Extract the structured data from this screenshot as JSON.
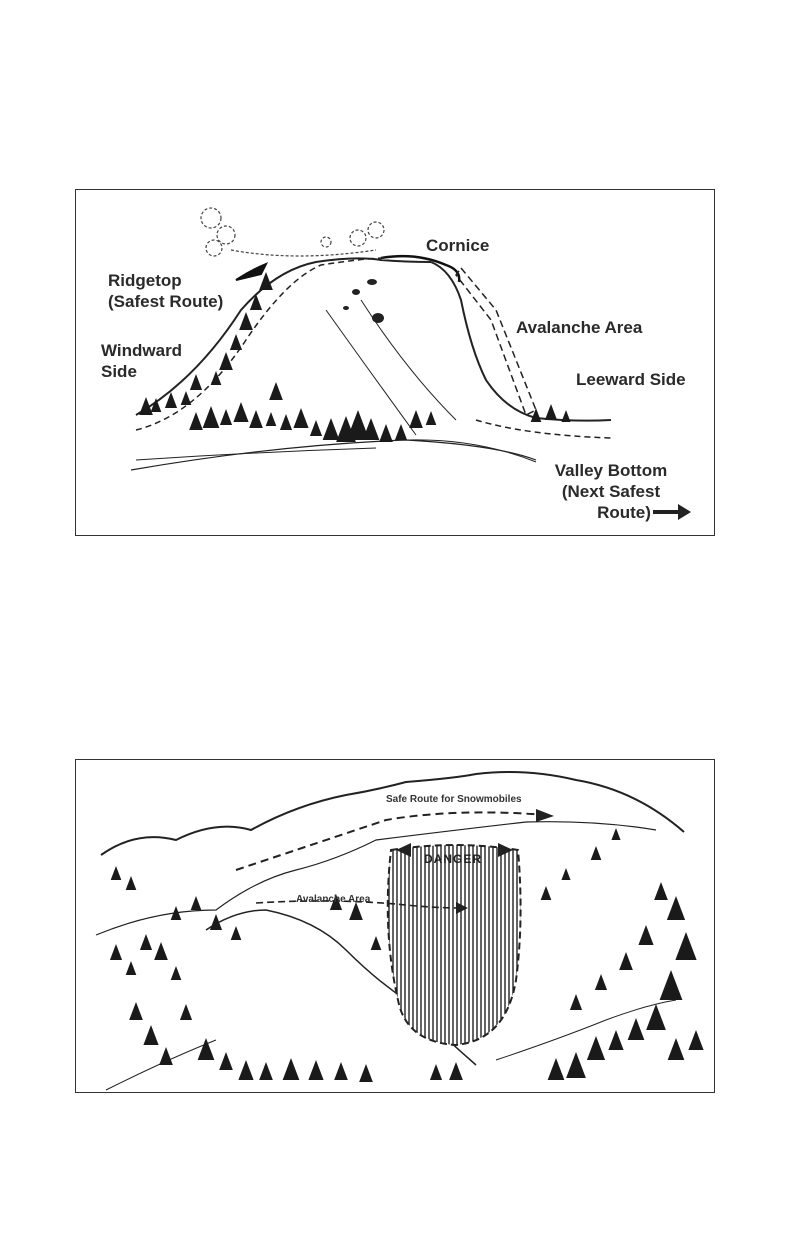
{
  "figure1": {
    "labels": {
      "cornice": "Cornice",
      "ridgetop_line1": "Ridgetop",
      "ridgetop_line2": "(Safest Route)",
      "windward_line1": "Windward",
      "windward_line2": "Side",
      "avalanche_area": "Avalanche Area",
      "leeward_side": "Leeward Side",
      "valley_line1": "Valley Bottom",
      "valley_line2": "(Next Safest",
      "valley_line3": "Route)"
    },
    "arrow_icon": "right-arrow"
  },
  "figure2": {
    "labels": {
      "safe_route": "Safe Route for Snowmobiles",
      "avalanche_area": "Avalanche Area",
      "danger": "DANGER"
    }
  }
}
